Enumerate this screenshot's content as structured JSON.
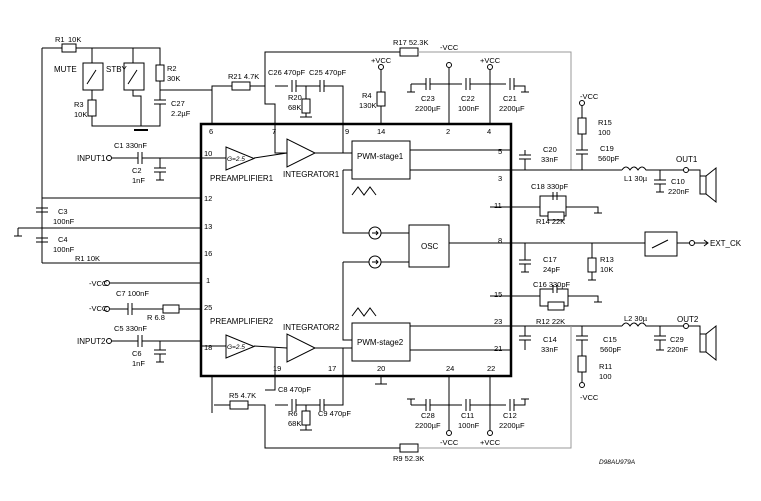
{
  "diagram": {
    "footer_code": "D98AU979A",
    "blocks": {
      "pwm1": "PWM-stage1",
      "pwm2": "PWM-stage2",
      "osc": "OSC",
      "pre1_gain": "G=2.5",
      "pre2_gain": "G=2.5",
      "pre1_name": "PREAMPLIFIER1",
      "pre2_name": "PREAMPLIFIER2",
      "int1_name": "INTEGRATOR1",
      "int2_name": "INTEGRATOR2"
    },
    "pins": {
      "p6": "6",
      "p7": "7",
      "p9": "9",
      "p14": "14",
      "p2": "2",
      "p4": "4",
      "p10": "10",
      "p12": "12",
      "p13": "13",
      "p16": "16",
      "p1": "1",
      "p25": "25",
      "p18": "18",
      "p5": "5",
      "p3": "3",
      "p11": "11",
      "p8": "8",
      "p15": "15",
      "p23": "23",
      "p21": "21",
      "p19": "19",
      "p17": "17",
      "p20": "20",
      "p24": "24",
      "p22": "22"
    },
    "labels": {
      "r1top_n": "R1",
      "r1top_v": "10K",
      "mute": "MUTE",
      "stby": "STBY",
      "r2_n": "R2",
      "r2_v": "30K",
      "r3_n": "R3",
      "r3_v": "10K",
      "c27_n": "C27",
      "c27_v": "2.2µF",
      "r21": "R21 4.7K",
      "c26": "C26 470pF",
      "c25": "C25 470pF",
      "r20_n": "R20",
      "r20_v": "68K",
      "r17": "R17 52.3K",
      "vcc1": "+VCC",
      "vcc2": "-VCC",
      "vcc3": "+VCC",
      "r4_n": "R4",
      "r4_v": "130K",
      "c23_n": "C23",
      "c23_v": "2200µF",
      "c22_n": "C22",
      "c22_v": "100nF",
      "c21_n": "C21",
      "c21_v": "2200µF",
      "c1": "C1 330nF",
      "input1": "INPUT1",
      "c2_n": "C2",
      "c2_v": "1nF",
      "c3_n": "C3",
      "c3_v": "100nF",
      "c4_n": "C4",
      "c4_v": "100nF",
      "r1b": "R1 10K",
      "vcc_p1": "-VCC",
      "c7": "C7 100nF",
      "vcc_p25": "-VCC",
      "r6ohm": "R 6.8",
      "c5": "C5 330nF",
      "input2": "INPUT2",
      "c6_n": "C6",
      "c6_v": "1nF",
      "vcc_r15": "-VCC",
      "r15_n": "R15",
      "r15_v": "100",
      "c20_n": "C20",
      "c20_v": "33nF",
      "c19_n": "C19",
      "c19_v": "560pF",
      "out1": "OUT1",
      "l1": "L1 30µ",
      "c10_n": "C10",
      "c10_v": "220nF",
      "c18": "C18 330pF",
      "r14": "R14 22K",
      "ext_ck": "EXT_CK",
      "c17_n": "C17",
      "c17_v": "24pF",
      "r13_n": "R13",
      "r13_v": "10K",
      "c16": "C16 330pF",
      "r12": "R12 22K",
      "l2": "L2 30µ",
      "out2": "OUT2",
      "c14_n": "C14",
      "c14_v": "33nF",
      "c15_n": "C15",
      "c15_v": "560pF",
      "c29_n": "C29",
      "c29_v": "220nF",
      "r11_n": "R11",
      "r11_v": "100",
      "vcc_r11": "-VCC",
      "r5": "R5 4.7K",
      "c8": "C8 470pF",
      "c9": "C9 470pF",
      "r6_n": "R6",
      "r6_v": "68K",
      "c28_n": "C28",
      "c28_v": "2200µF",
      "c11_n": "C11",
      "c11_v": "100nF",
      "c12_n": "C12",
      "c12_v": "2200µF",
      "vcc4": "-VCC",
      "vcc5": "+VCC",
      "r9": "R9 52.3K"
    }
  }
}
